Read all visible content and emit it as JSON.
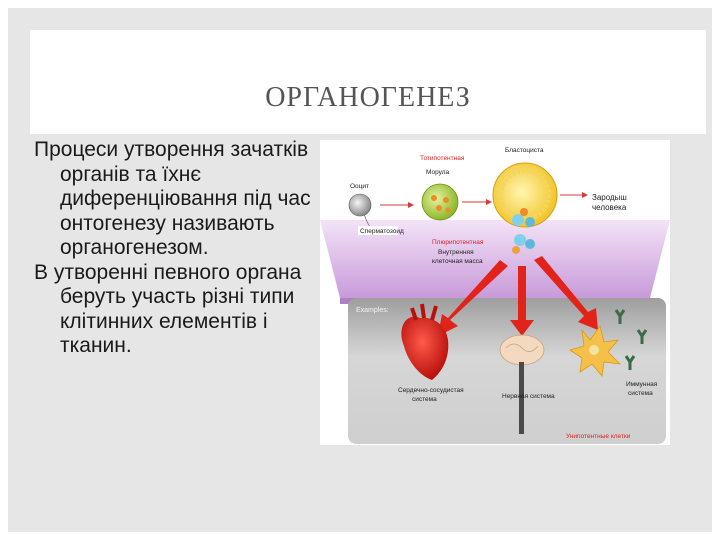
{
  "slide": {
    "title": "ОРГАНОГЕНЕЗ",
    "paragraphs": [
      "Процеси утворення зачатків органів та їхнє диференціювання під час онтогенезу називають органогенезом.",
      "В утворенні певного органа беруть участь різні типи клітинних елементів і тканин."
    ]
  },
  "figure": {
    "labels": {
      "totipotent": "Тотипотентная",
      "morula": "Морула",
      "blastocyst": "Бластоциста",
      "oocyte": "Ооцит",
      "sperm": "Сперматозоид",
      "embryo_line1": "Зародыш",
      "embryo_line2": "человека",
      "pluripotent": "Плюрипотентная",
      "inner_mass_line1": "Внутренняя",
      "inner_mass_line2": "клеточная масса",
      "examples": "Examples:",
      "cardio_line1": "Сердечно-сосудистая",
      "cardio_line2": "система",
      "nervous": "Нервная система",
      "immune_line1": "Иммунная",
      "immune_line2": "система",
      "unipotent": "Унипотентные клетки"
    },
    "colors": {
      "arrow": "#e2231a",
      "platform": "#d9b3e6",
      "panel": "#bdbdbd"
    }
  }
}
